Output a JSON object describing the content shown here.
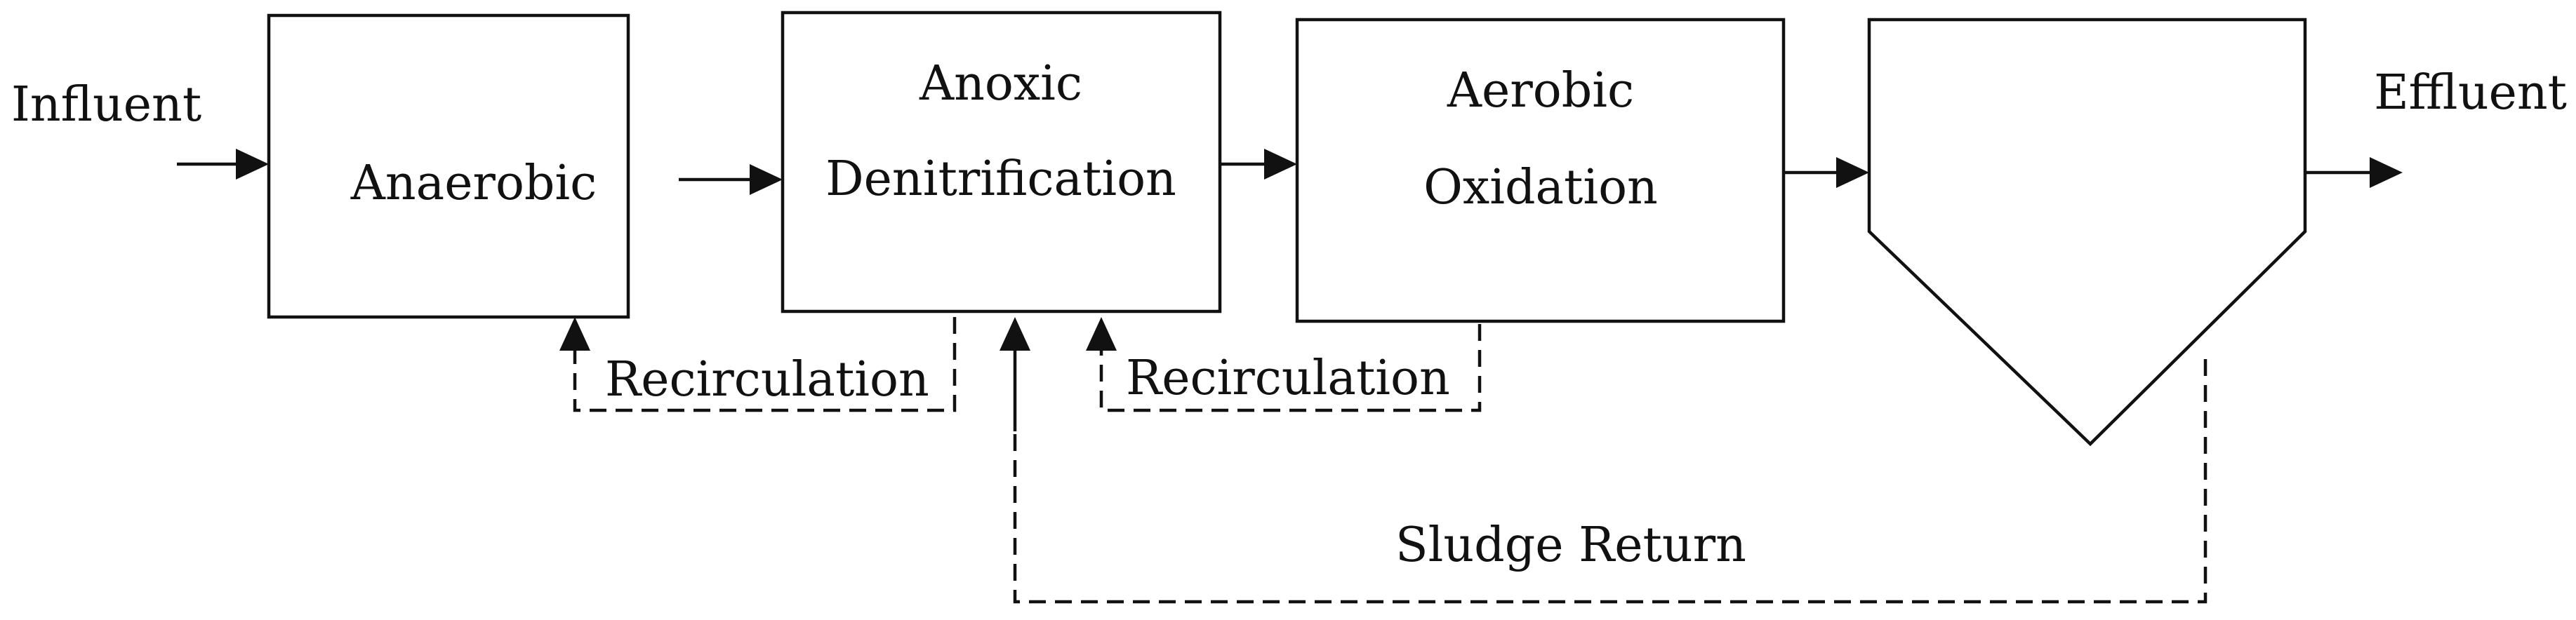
{
  "stages": {
    "anaerobic": {
      "label": "Anaerobic"
    },
    "anoxic": {
      "line1": "Anoxic",
      "line2": "Denitrification"
    },
    "aerobic": {
      "line1": "Aerobic",
      "line2": "Oxidation"
    }
  },
  "flow": {
    "influent": "Influent",
    "effluent": "Effluent"
  },
  "recycle": {
    "recirculation_1": "Recirculation",
    "recirculation_2": "Recirculation",
    "sludge_return": "Sludge Return"
  }
}
